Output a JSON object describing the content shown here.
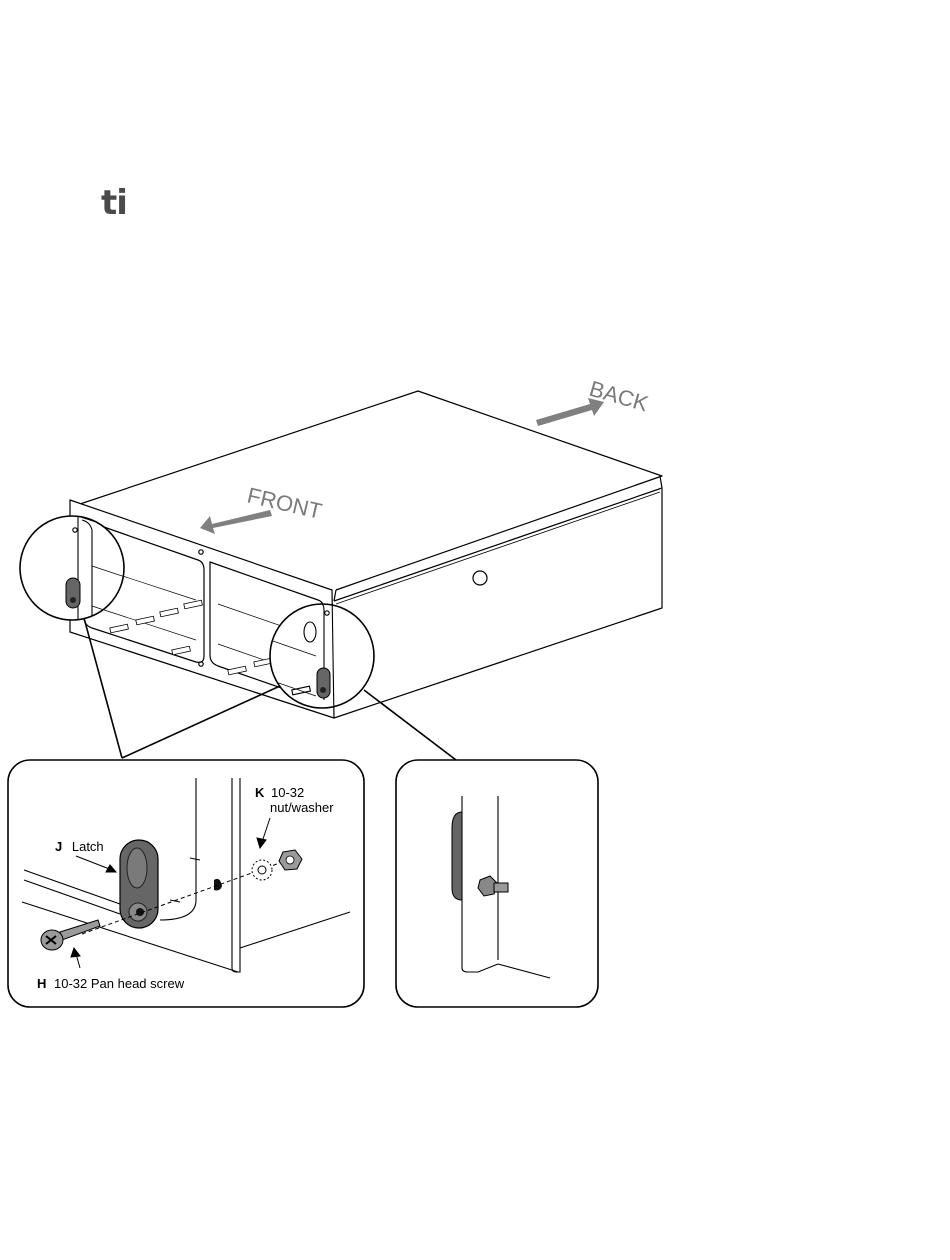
{
  "logo": "ti",
  "directions": {
    "front": "FRONT",
    "back": "BACK"
  },
  "parts": {
    "latch": {
      "code": "J",
      "name": "Latch"
    },
    "nut": {
      "code": "K",
      "name_line1": "10-32",
      "name_line2": "nut/washer"
    },
    "screw": {
      "code": "H",
      "name": "10-32 Pan head screw"
    }
  },
  "colors": {
    "line": "#000000",
    "arrow": "#808080",
    "latch": "#666666",
    "hardware": "#9a9a9a"
  }
}
